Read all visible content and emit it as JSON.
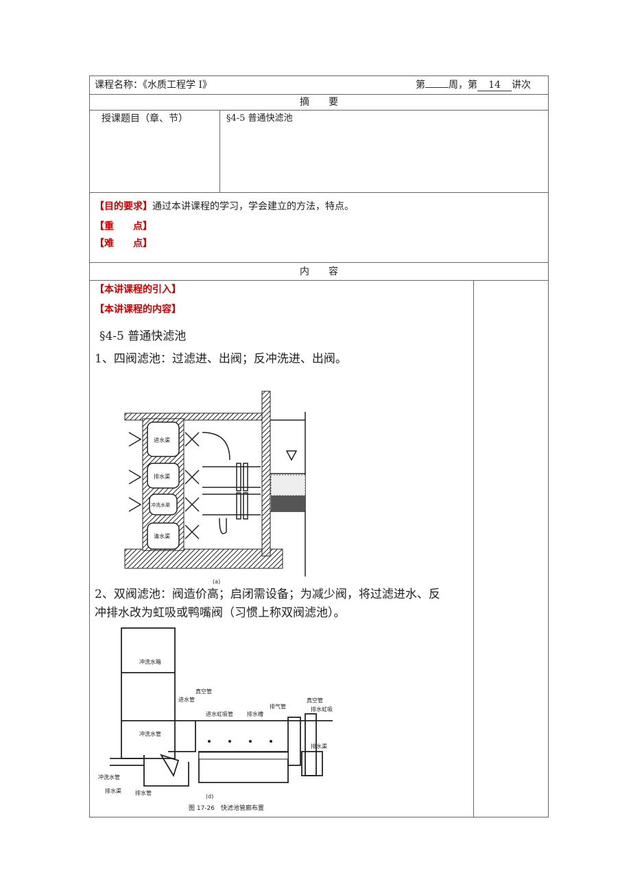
{
  "header": {
    "course_label": "课程名称：《水质工程学 I》",
    "week_prefix": "第",
    "week_value": "",
    "week_suffix": "周，第",
    "lecture_value": "14",
    "lecture_suffix": "讲次"
  },
  "summary": {
    "title": "摘　　要",
    "topic_label": "授课题目（章、节）",
    "topic_value": "§4-5 普通快滤池",
    "objective_label": "【目的要求】",
    "objective_text": "通过本讲课程的学习，学会建立的方法，特点。",
    "key_label": "【重　　点】",
    "difficulty_label": "【难　　点】"
  },
  "content": {
    "title": "内　　容",
    "intro_label": "【本讲课程的引入】",
    "content_label": "【本讲课程的内容】",
    "section_title": "§4-5 普通快滤池",
    "item1": "1、四阀滤池：过滤进、出阀；反冲洗进、出阀。",
    "item2_line1": "2、双阀滤池：阀造价高；启闭需设备；为减少阀，将过滤进水、反",
    "item2_line2": "冲排水改为虹吸或鸭嘴阀（习惯上称双阀滤池）。",
    "figure1": {
      "labels": [
        "进水渠",
        "排水渠",
        "冲洗水渠",
        "清水渠"
      ],
      "sub_caption": "(a)"
    },
    "figure2": {
      "labels": [
        "冲洗水箱",
        "冲洗水管",
        "进水管",
        "真空管",
        "进水虹吸管",
        "排水槽",
        "排气管",
        "真空管",
        "排水虹吸管",
        "排水渠",
        "冲洗水管",
        "排水渠",
        "排水管"
      ],
      "sub_caption": "(d)",
      "caption": "图 17-26　快滤池管廊布置"
    }
  }
}
